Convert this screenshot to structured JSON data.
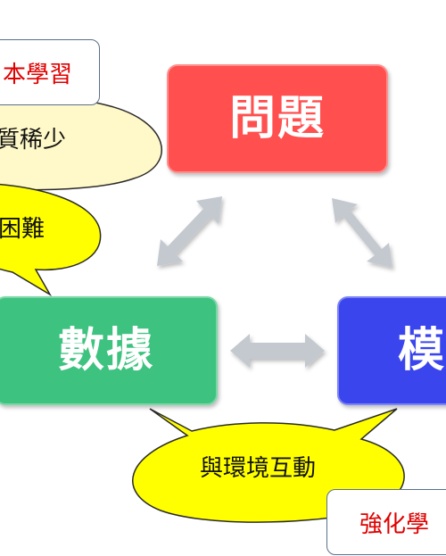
{
  "nodes": {
    "problem": {
      "label": "問題",
      "color": "#ff4f4f"
    },
    "data": {
      "label": "數據",
      "color": "#3ec27f"
    },
    "model": {
      "label": "模",
      "color": "#3b45ee"
    }
  },
  "tags": {
    "top_left": "本學習",
    "bottom_right": "強化學"
  },
  "bubbles": {
    "scarce": "質稀少",
    "difficult": "困難",
    "interact": "與環境互動"
  },
  "colors": {
    "arrow": "#c4c9d0",
    "bubble_cream": "#fff8c8",
    "bubble_yellow": "#ffff00"
  }
}
